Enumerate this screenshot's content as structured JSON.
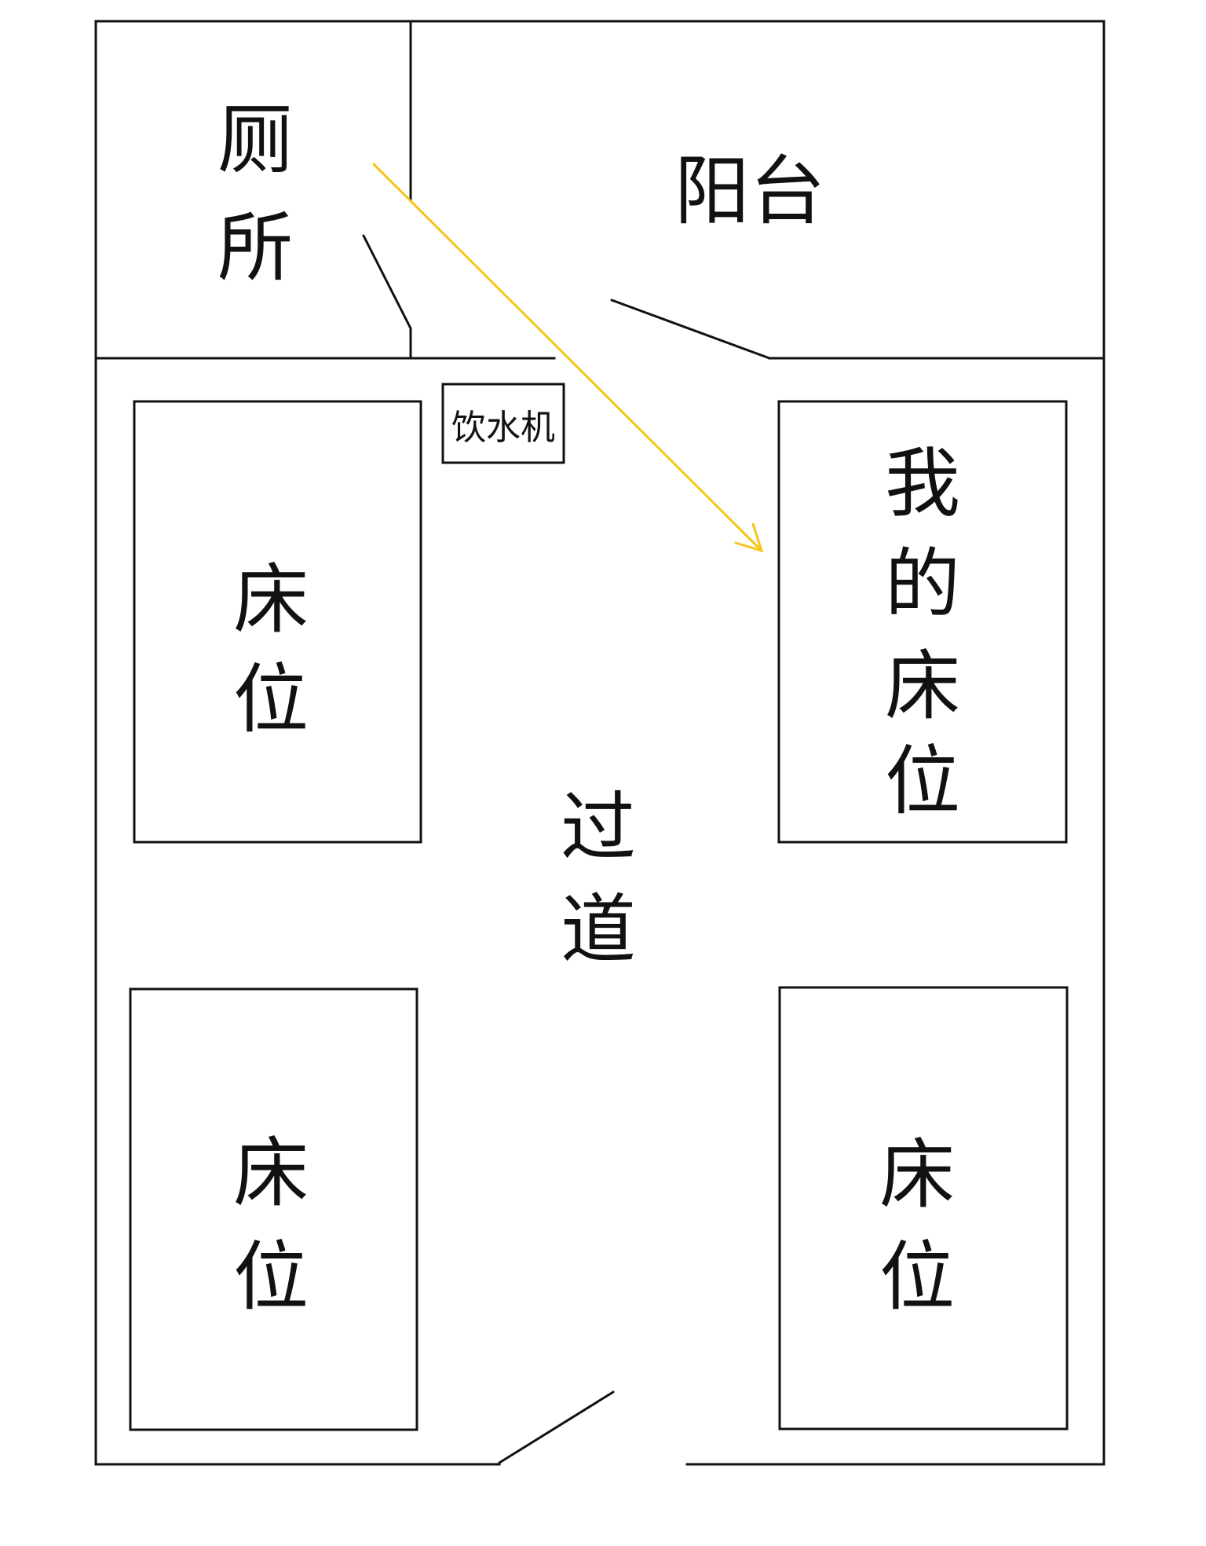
{
  "labels": {
    "toilet_line1": "厕",
    "toilet_line2": "所",
    "balcony": "阳台",
    "water_dispenser": "饮水机",
    "bed_top_left_line1": "床",
    "bed_top_left_line2": "位",
    "bed_bottom_left_line1": "床",
    "bed_bottom_left_line2": "位",
    "my_bed_line1": "我",
    "my_bed_line2": "的",
    "my_bed_line3": "床",
    "my_bed_line4": "位",
    "bed_bottom_right_line1": "床",
    "bed_bottom_right_line2": "位",
    "corridor_line1": "过",
    "corridor_line2": "道"
  },
  "colors": {
    "walls": "#111111",
    "path_arrow": "#f5c518",
    "background": "#ffffff"
  }
}
